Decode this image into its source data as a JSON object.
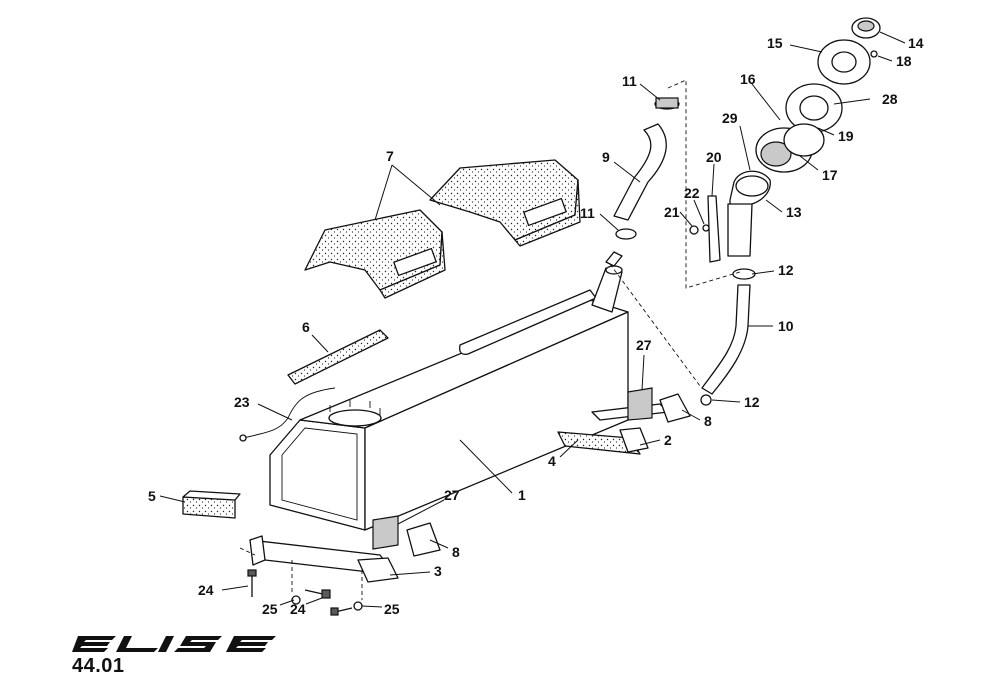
{
  "diagram": {
    "part_callouts": [
      "1",
      "2",
      "3",
      "4",
      "5",
      "6",
      "7",
      "8",
      "8",
      "9",
      "10",
      "11",
      "11",
      "12",
      "12",
      "13",
      "14",
      "15",
      "16",
      "17",
      "18",
      "19",
      "20",
      "21",
      "22",
      "23",
      "24",
      "24",
      "25",
      "25",
      "27",
      "27",
      "28",
      "29"
    ]
  },
  "footer": {
    "model_logo_text": "ELISE",
    "page_number": "44.01"
  },
  "colors": {
    "ink": "#111111",
    "paper": "#ffffff",
    "shade": "#c9c9c9"
  }
}
